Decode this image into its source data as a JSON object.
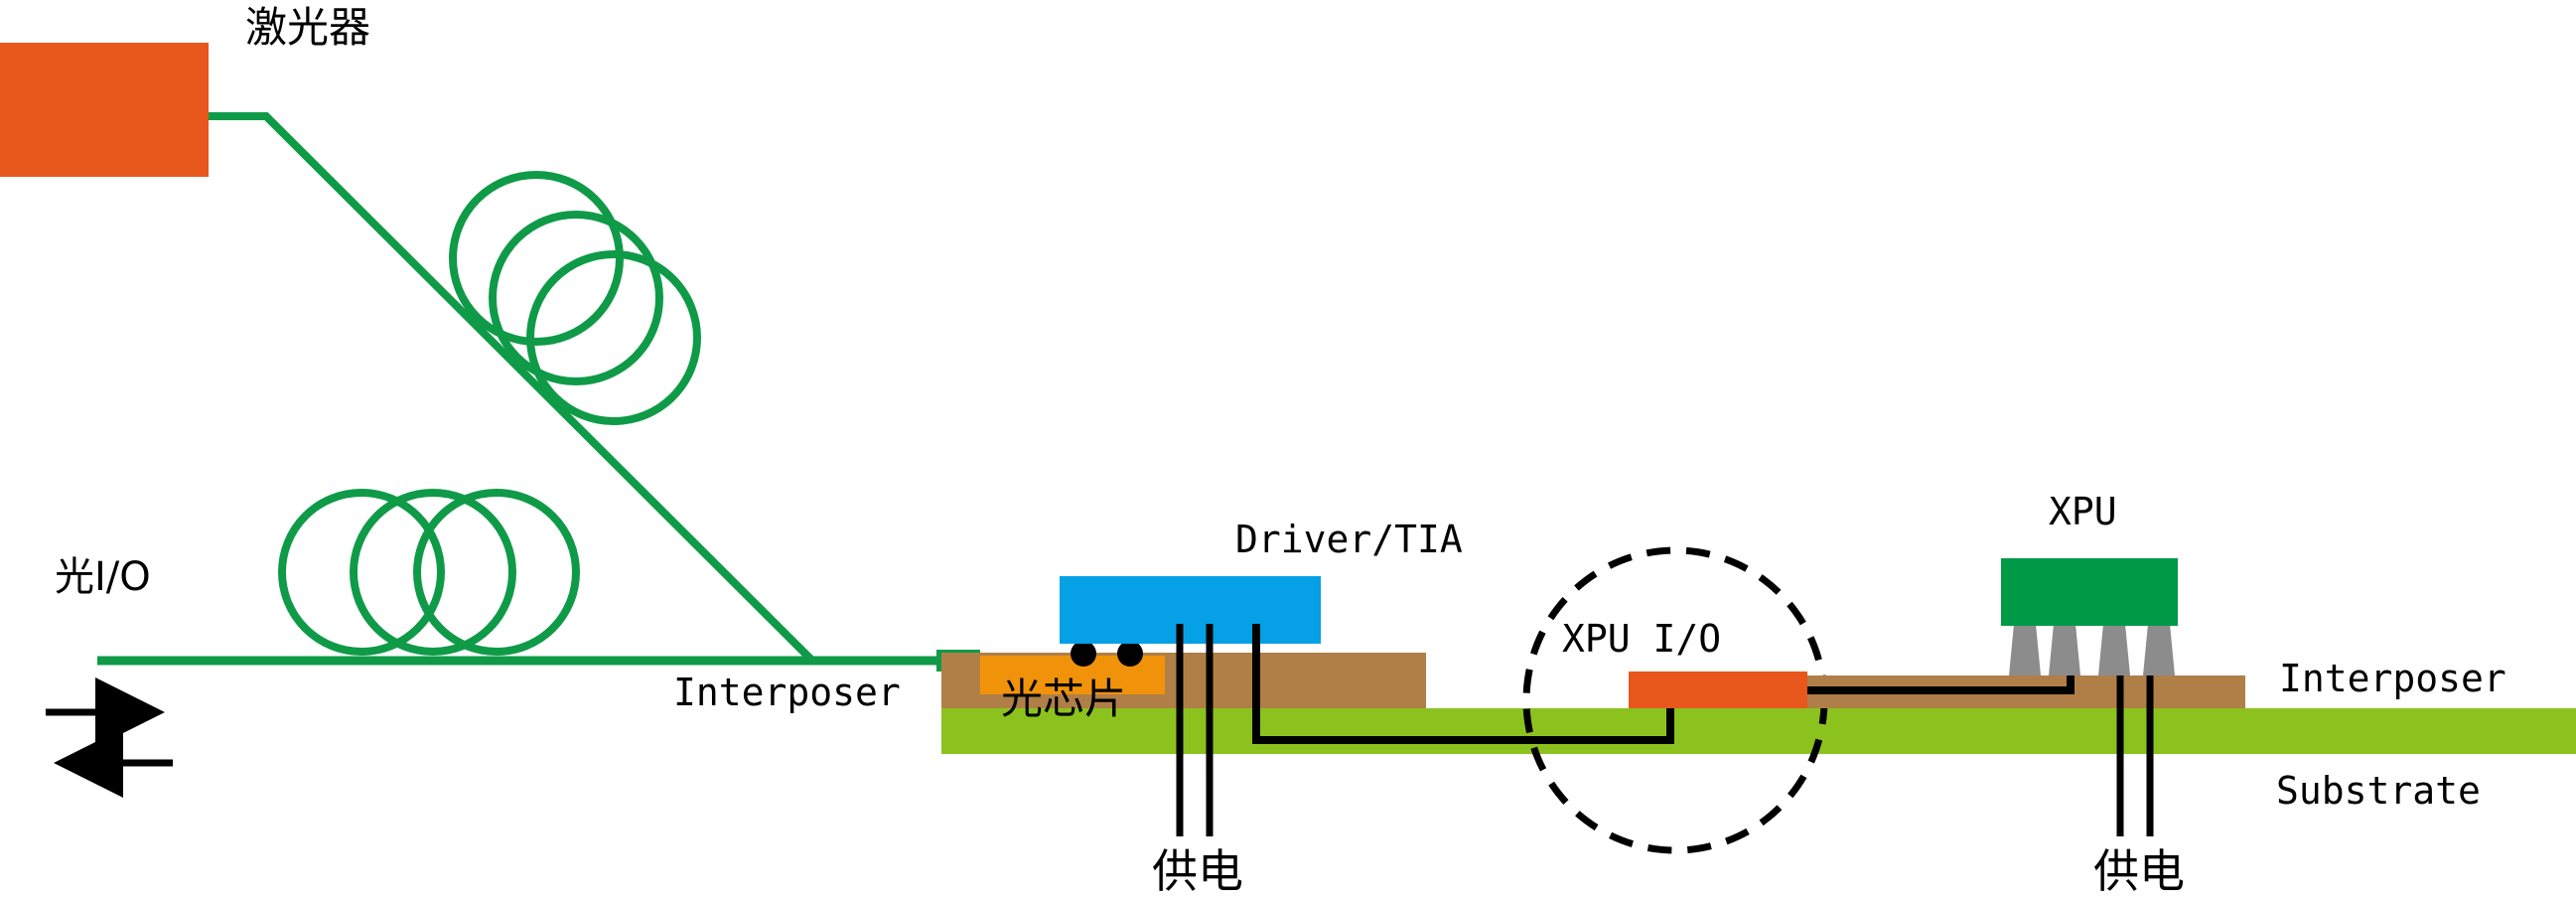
{
  "labels": {
    "laser": "激光器",
    "optical_io": "光I/O",
    "interposer_left": "Interposer",
    "driver_tia": "Driver/TIA",
    "photonic_chip": "光芯片",
    "xpu_io": "XPU I/O",
    "xpu": "XPU",
    "interposer_right": "Interposer",
    "substrate": "Substrate",
    "power_left": "供电",
    "power_right": "供电"
  },
  "colors": {
    "fiber": "#0f9a48",
    "laser": "#e8571c",
    "driver": "#05a0e6",
    "photonic_chip": "#f0930a",
    "interposer": "#b07f47",
    "substrate": "#8cc21e",
    "xpu": "#009a47",
    "xpu_io": "#e8571c",
    "bump": "#8c8c8c",
    "wire": "#000000"
  }
}
